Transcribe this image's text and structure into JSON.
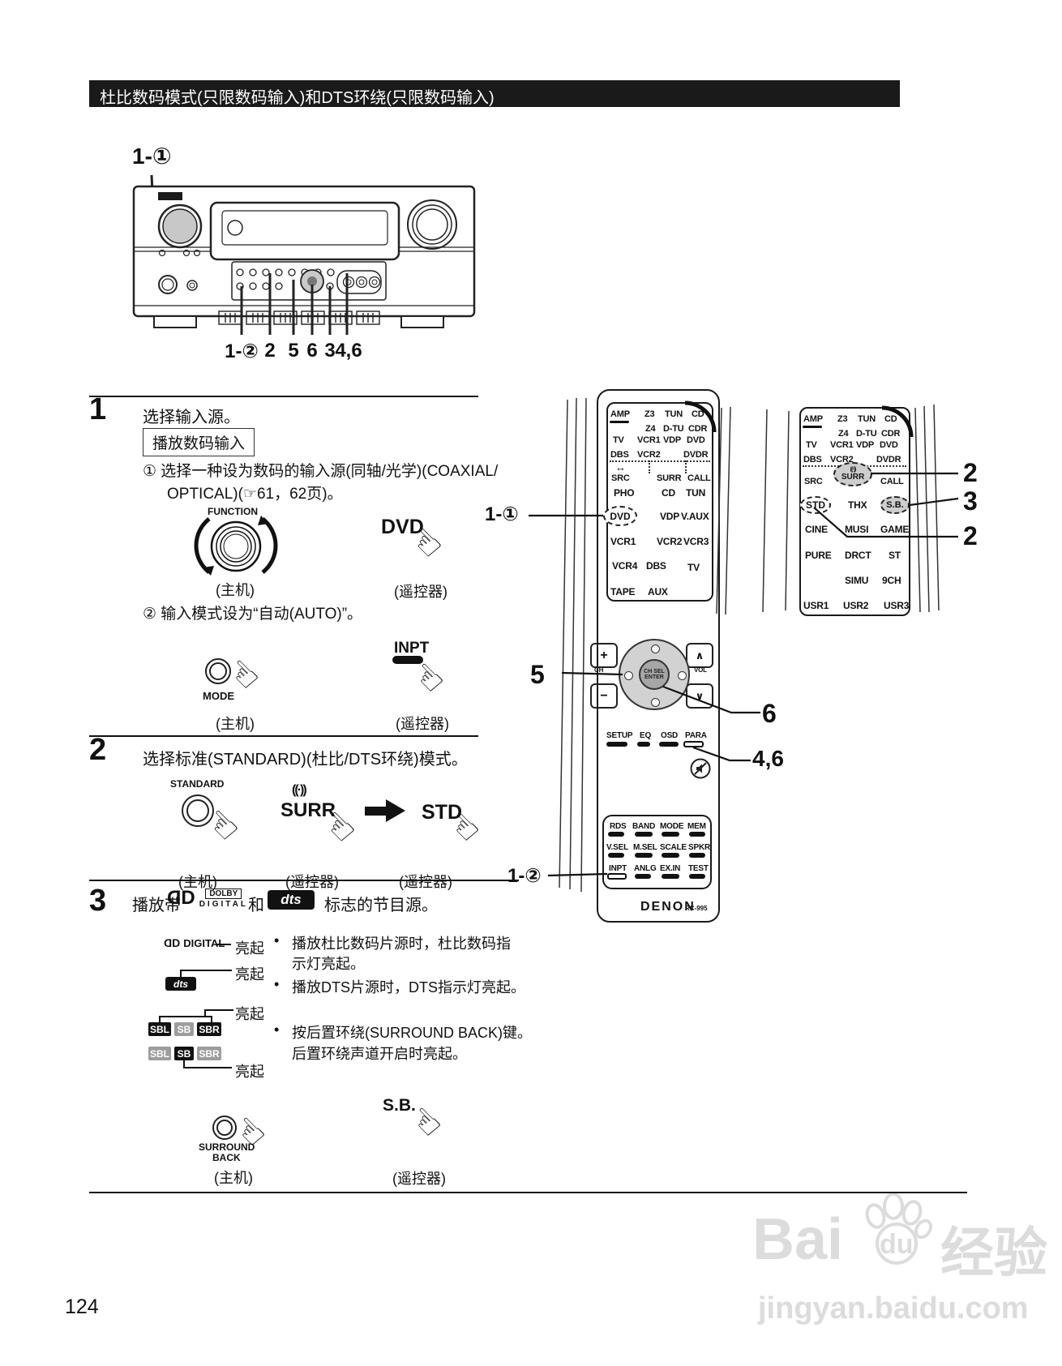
{
  "header": {
    "title": "杜比数码模式(只限数码输入)和DTS环绕(只限数码输入)"
  },
  "icons": {
    "hand": "☜",
    "double_arrow": "↔",
    "surround_wave": "((·))",
    "bullet": "•"
  },
  "receiver": {
    "callout_top": "1-①",
    "callouts_bottom": [
      "1-②",
      "2",
      "5",
      "6",
      "3",
      "4,6"
    ]
  },
  "step1": {
    "number": "1",
    "title": "选择输入源。",
    "boxed_label": "播放数码输入",
    "sub1_line1": "① 选择一种设为数码的输入源(同轴/光学)(COAXIAL/",
    "sub1_line2": "OPTICAL)(☞61，62页)。",
    "function_label": "FUNCTION",
    "dvd_label": "DVD",
    "sub2": "② 输入模式设为“自动(AUTO)”。",
    "mode_label": "MODE",
    "inpt_label": "INPT",
    "main_caption": "(主机)",
    "remote_caption": "(遥控器)"
  },
  "step2": {
    "number": "2",
    "title": "选择标准(STANDARD)(杜比/DTS环绕)模式。",
    "standard_label": "STANDARD",
    "surr_label": "SURR",
    "std_label": "STD",
    "main_caption": "(主机)",
    "remote_caption": "(遥控器)"
  },
  "step3": {
    "number": "3",
    "title_prefix": "播放带",
    "title_and": "和",
    "title_suffix": "标志的节目源。",
    "dolby_logo": {
      "d_left": "D",
      "d_right": "D",
      "box": "DOLBY",
      "word": "DIGITAL"
    },
    "dts_logo": "dts",
    "indicators": {
      "dd_left": "D",
      "dd_right": "D",
      "dd_word": "DIGITAL",
      "lit": "亮起",
      "dts": "dts",
      "row1": [
        {
          "label": "SBL"
        },
        {
          "label": "SB"
        },
        {
          "label": "SBR"
        }
      ],
      "row2": [
        {
          "label": "SBL"
        },
        {
          "label": "SB"
        },
        {
          "label": "SBR"
        }
      ]
    },
    "bullets": [
      {
        "l1": "播放杜比数码片源时，杜比数码指",
        "l2": "示灯亮起。"
      },
      {
        "l1": "播放DTS片源时，DTS指示灯亮起。",
        "l2": ""
      },
      {
        "l1": "按后置环绕(SURROUND BACK)键。",
        "l2": "后置环绕声道开启时亮起。"
      }
    ],
    "surround_back_line1": "SURROUND",
    "surround_back_line2": "BACK",
    "sb_label": "S.B.",
    "main_caption": "(主机)",
    "remote_caption": "(遥控器)"
  },
  "remote1": {
    "callout_dvd": "1-①",
    "callout_5": "5",
    "callout_6": "6",
    "callout_46": "4,6",
    "callout_inpt": "1-②",
    "amp": "AMP",
    "z3": "Z3",
    "tun": "TUN",
    "cd": "CD",
    "z4": "Z4",
    "dtu": "D-TU",
    "cdr": "CDR",
    "tv": "TV",
    "vcr1": "VCR1",
    "vdp": "VDP",
    "dvd": "DVD",
    "dbs": "DBS",
    "vcr2": "VCR2",
    "dvdr": "DVDR",
    "src": "SRC",
    "surr": "SURR",
    "call": "CALL",
    "pho": "PHO",
    "cd2": "CD",
    "tun2": "TUN",
    "dvd_btn": "DVD",
    "vdp2": "VDP",
    "vaux": "V.AUX",
    "vcr1b": "VCR1",
    "vcr2b": "VCR2",
    "vcr3": "VCR3",
    "vcr4": "VCR4",
    "dbs2": "DBS",
    "tv2": "TV",
    "tape": "TAPE",
    "aux": "AUX",
    "ch": "CH",
    "vol": "VOL",
    "plus": "+",
    "minus": "−",
    "up": "∧",
    "down": "∨",
    "center1": "CH SEL",
    "center2": "ENTER",
    "menu": [
      "SETUP",
      "EQ",
      "OSD",
      "PARA"
    ],
    "grid": [
      [
        "RDS",
        "BAND",
        "MODE",
        "MEM"
      ],
      [
        "V.SEL",
        "M.SEL",
        "SCALE",
        "SPKR"
      ],
      [
        "INPT",
        "ANLG",
        "EX.IN",
        "TEST"
      ]
    ],
    "brand": "DENON",
    "model": "RC-995"
  },
  "remote2": {
    "callout_surr": "2",
    "callout_sb": "3",
    "callout_std": "2",
    "amp": "AMP",
    "z3": "Z3",
    "tun": "TUN",
    "cd": "CD",
    "z4": "Z4",
    "dtu": "D-TU",
    "cdr": "CDR",
    "tv": "TV",
    "vcr1": "VCR1",
    "vdp": "VDP",
    "dvd": "DVD",
    "dbs": "DBS",
    "vcr2": "VCR2",
    "dvdr": "DVDR",
    "src": "SRC",
    "surr": "SURR",
    "call": "CALL",
    "std": "STD",
    "thx": "THX",
    "sb": "S.B.",
    "cine": "CINE",
    "musi": "MUSI",
    "game": "GAME",
    "pure": "PURE",
    "drct": "DRCT",
    "st": "ST",
    "simu": "SIMU",
    "nine": "9CH",
    "usr1": "USR1",
    "usr2": "USR2",
    "usr3": "USR3"
  },
  "footer": {
    "page_number": "124",
    "watermark_bai": "Bai",
    "watermark_du": "du",
    "watermark_cn": "经验",
    "watermark_url": "jingyan.baidu.com"
  }
}
